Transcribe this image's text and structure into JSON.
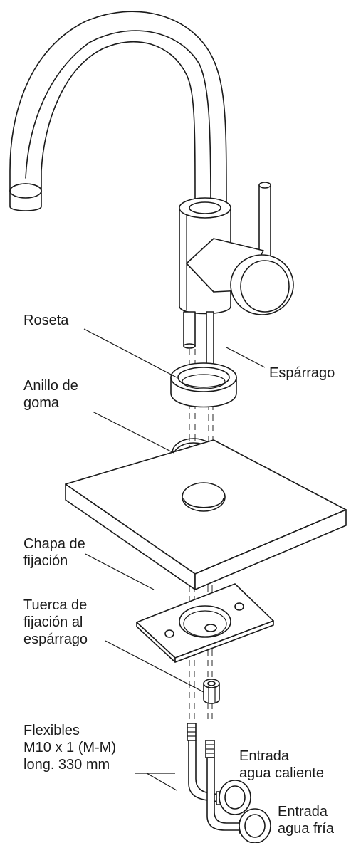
{
  "labels": {
    "roseta": [
      "Roseta"
    ],
    "esparrago": [
      "Espárrago"
    ],
    "anillo": [
      "Anillo de",
      "goma"
    ],
    "chapa": [
      "Chapa de",
      "fijación"
    ],
    "tuerca": [
      "Tuerca de",
      "fijación al",
      "espárrago"
    ],
    "flexibles": [
      "Flexibles",
      "M10 x 1 (M-M)",
      "long. 330 mm"
    ],
    "entrada_caliente": [
      "Entrada",
      "agua caliente"
    ],
    "entrada_fria": [
      "Entrada",
      "agua fría"
    ]
  }
}
